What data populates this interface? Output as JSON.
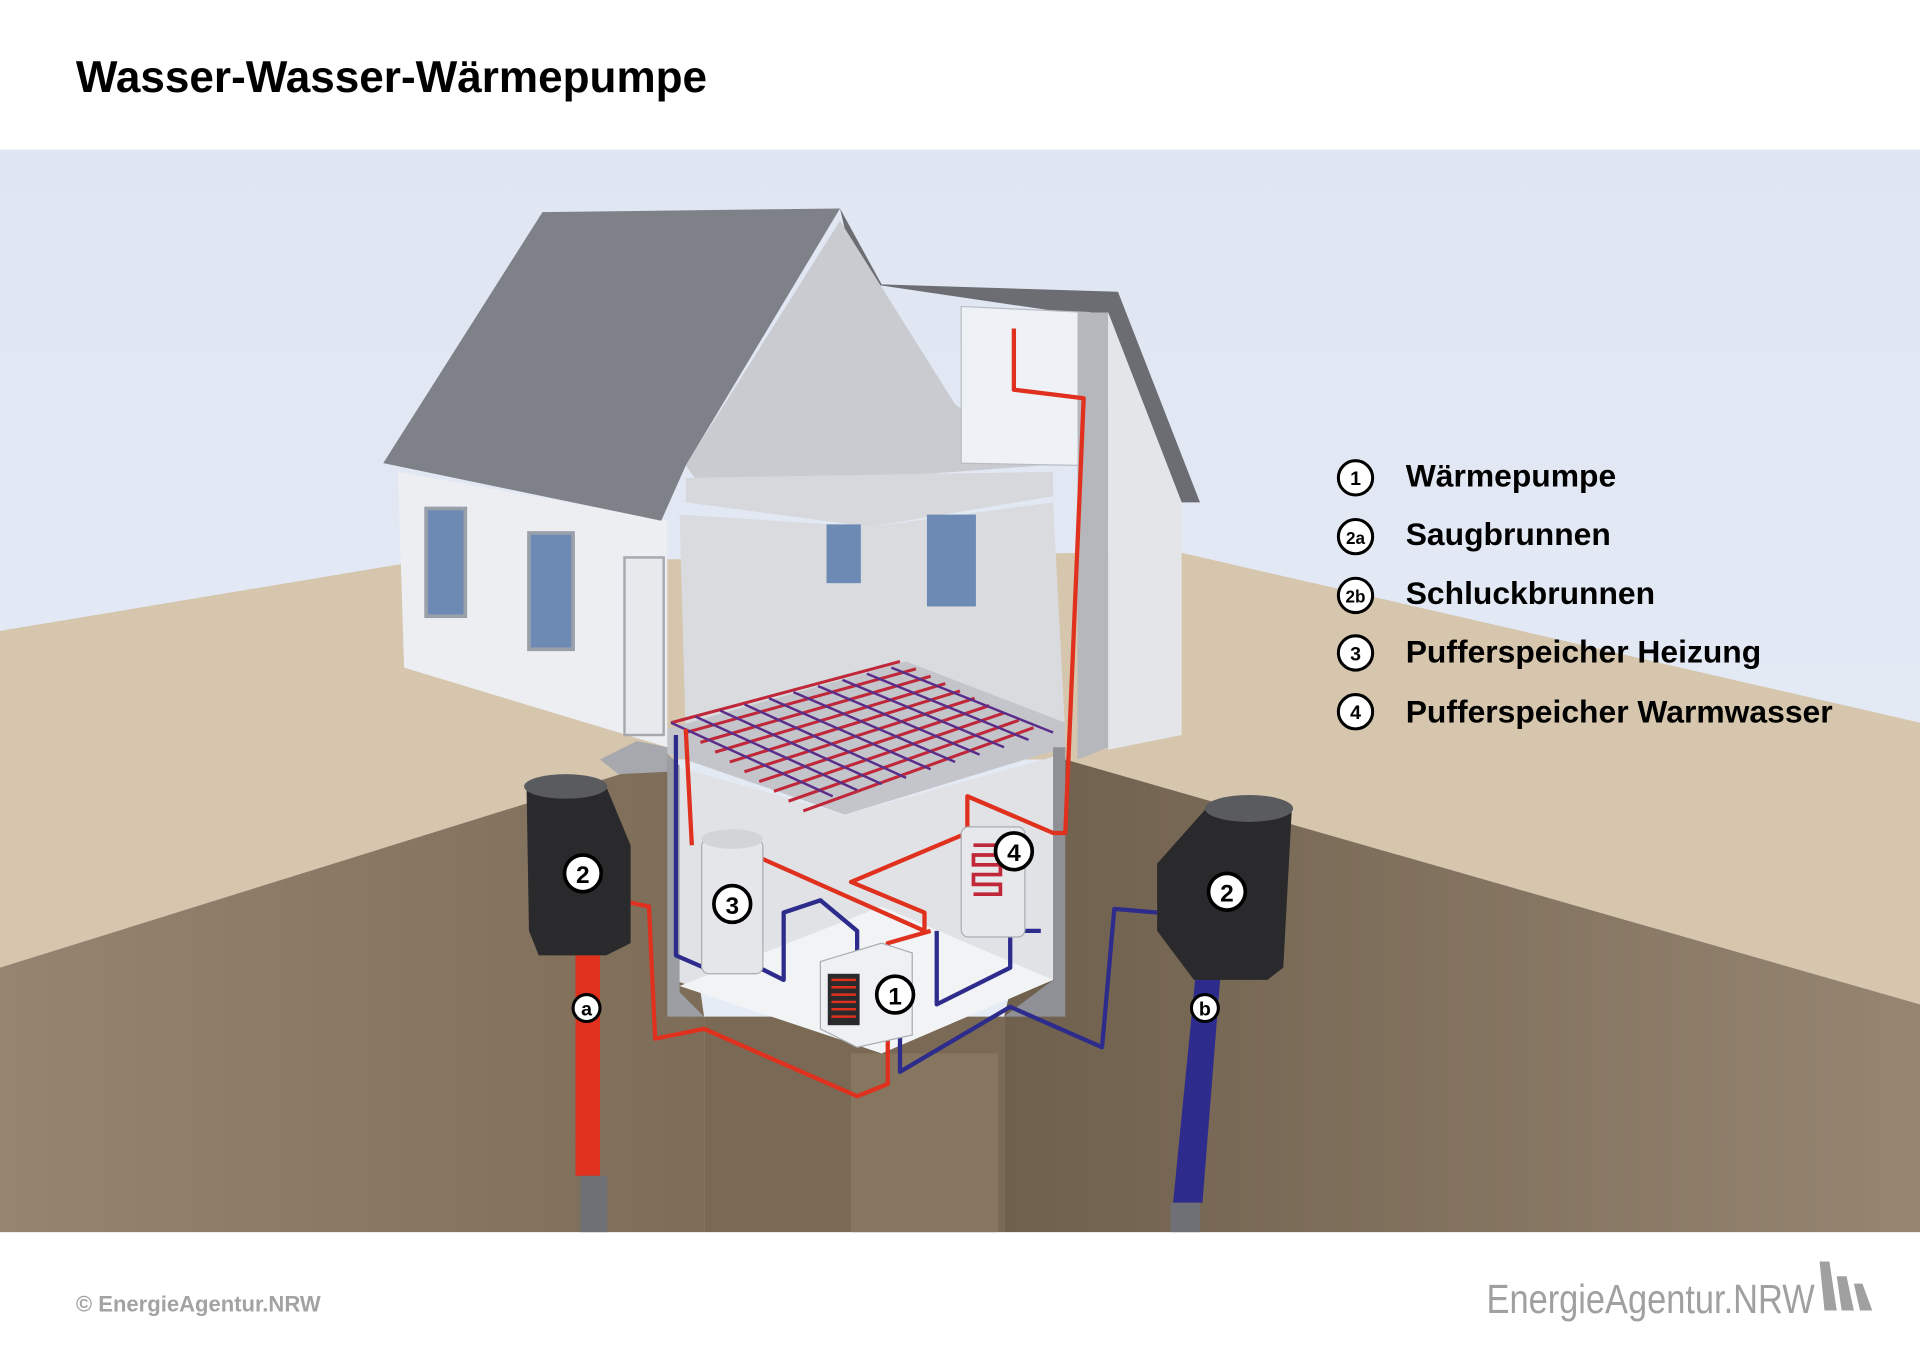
{
  "title": "Wasser-Wasser-Wärmepumpe",
  "legend": [
    {
      "marker": "1",
      "label": "Wärmepumpe"
    },
    {
      "marker": "2a",
      "label": "Saugbrunnen"
    },
    {
      "marker": "2b",
      "label": "Schluckbrunnen"
    },
    {
      "marker": "3",
      "label": "Pufferspeicher Heizung"
    },
    {
      "marker": "4",
      "label": "Pufferspeicher Warmwasser"
    }
  ],
  "markers": {
    "well_left": "2",
    "well_right": "2",
    "pipe_a": "a",
    "pipe_b": "b",
    "heat_pump": "1",
    "buffer_heating": "3",
    "buffer_hot_water": "4"
  },
  "footer": {
    "copyright": "© EnergieAgentur.NRW",
    "logo_text": "EnergieAgentur.NRW"
  },
  "colors": {
    "hot_pipe": "#e0301e",
    "cold_pipe": "#2d2c8c",
    "sky": "#e1e8f3",
    "ground_surface": "#d5c6ad",
    "earth": "#8d7d66"
  }
}
